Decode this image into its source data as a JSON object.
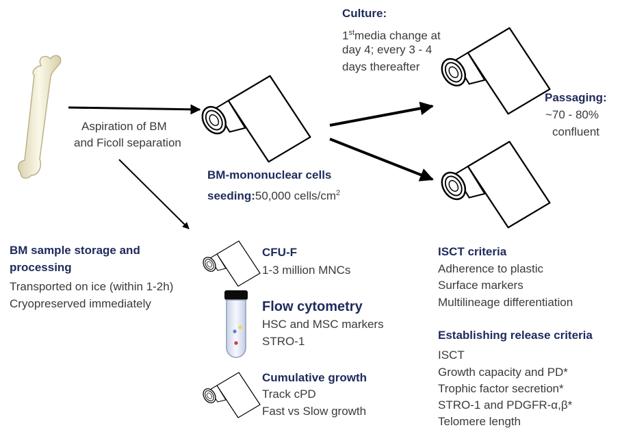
{
  "colors": {
    "heading": "#1f2a5c",
    "text": "#2a2f57",
    "arrow": "#000000",
    "bone": "#f3eecf"
  },
  "culture": {
    "title": "Culture:",
    "line1_pre": "1",
    "line1_sup": "st",
    "line1_post": "media change at",
    "line2": "day 4; every 3 - 4",
    "line3": "days thereafter"
  },
  "aspiration": {
    "line1": "Aspiration of BM",
    "line2": "and Ficoll separation"
  },
  "passaging": {
    "title": "Passaging:",
    "line1": "~70 - 80%",
    "line2": "confluent"
  },
  "seeding": {
    "line1": "BM-mononuclear cells",
    "label": "seeding:",
    "value": "50,000 cells/cm",
    "sup": "2"
  },
  "storage": {
    "title_line1": "BM sample storage and",
    "title_line2": "processing",
    "line1": "Transported on ice (within 1-2h)",
    "line2": "Cryopreserved immediately"
  },
  "cfu": {
    "title": "CFU-F",
    "line1": "1-3 million MNCs"
  },
  "flow": {
    "title": "Flow cytometry",
    "line1": "HSC and MSC markers",
    "line2": "STRO-1"
  },
  "growth": {
    "title": "Cumulative growth",
    "line1": "Track cPD",
    "line2": "Fast vs Slow growth"
  },
  "isct": {
    "title": "ISCT criteria",
    "items": [
      "Adherence to plastic",
      "Surface markers",
      "Multilineage differentiation"
    ]
  },
  "release": {
    "title": "Establishing release criteria",
    "items": [
      "ISCT",
      "Growth capacity and PD*",
      "Trophic factor secretion*",
      "STRO-1 and PDGFR-α,β*",
      "Telomere length"
    ]
  }
}
